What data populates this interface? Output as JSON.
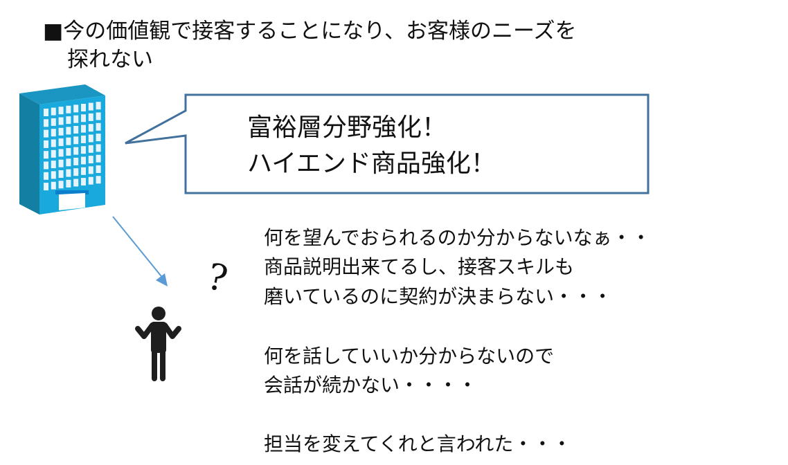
{
  "title": {
    "line1": "■今の価値観で接客することになり、お客様のニーズを",
    "line2": "探れない"
  },
  "speech_bubble": {
    "line1": "富裕層分野強化！",
    "line2": "ハイエンド商品強化！"
  },
  "question_mark": "?",
  "thoughts": [
    "何を望んでおられるのか分からないなぁ・・",
    "商品説明出来てるし、接客スキルも",
    "磨いているのに契約が決まらない・・・",
    "何を話していいか分からないので",
    "会話が続かない・・・・",
    "担当を変えてくれと言われた・・・"
  ],
  "colors": {
    "bubble_border": "#41719c",
    "arrow": "#5b9bd5",
    "building_front": "#1aa9dc",
    "building_side": "#137fa3",
    "person": "#1e1e1e"
  }
}
